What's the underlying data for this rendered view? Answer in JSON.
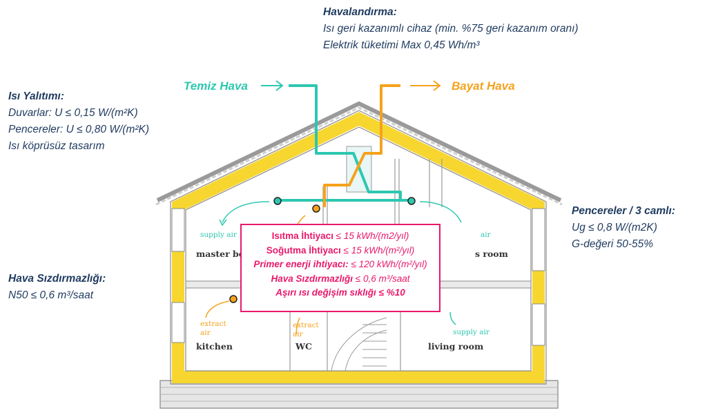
{
  "colors": {
    "heading": "#1f3a5f",
    "fresh": "#2dc7b0",
    "stale": "#f5a21b",
    "accent": "#e8196b",
    "insulation": "#f7d630"
  },
  "ventilation": {
    "title": "Havalandırma:",
    "line1": "Isı geri kazanımlı cihaz (min. %75 geri kazanım oranı)",
    "line2": "Elektrik tüketimi Max 0,45 Wh/m³"
  },
  "insulation": {
    "title": "Isı Yalıtımı:",
    "line1": "Duvarlar: U ≤ 0,15 W/(m²K)",
    "line2": "Pencereler: U ≤ 0,80 W/(m²K)",
    "line3": "Isı köprüsüz tasarım"
  },
  "airtightness": {
    "title": "Hava Sızdırmazlığı:",
    "line1": "N50 ≤ 0,6 m³/saat"
  },
  "windows": {
    "title": "Pencereler / 3 camlı:",
    "line1": "Ug ≤ 0,8 W/(m2K)",
    "line2": "G-değeri 50-55%"
  },
  "flows": {
    "fresh_air": "Temiz Hava",
    "stale_air": "Bayat Hava"
  },
  "rooms": {
    "master": "master be",
    "room": "s room",
    "kitchen": "kitchen",
    "wc": "WC",
    "living": "living room",
    "supply_air_left": "supply air",
    "supply_air_right": "air",
    "extract_air_left_1": "extract",
    "extract_air_left_2": "air",
    "extract_air_wc_1": "extract",
    "extract_air_wc_2": "air",
    "supply_air_living": "supply air"
  },
  "requirements": [
    {
      "label": "Isıtma İhtiyacı",
      "value": " ≤ 15 kWh/(m2/yıl)"
    },
    {
      "label": "Soğutma İhtiyacı",
      "value": " ≤ 15 kWh/(m²/yıl)"
    },
    {
      "label": "Primer enerji ihtiyacı:",
      "value": " ≤ 120 kWh/(m²/yıl)"
    },
    {
      "label": "Hava Sızdırmazlığı",
      "value": " ≤ 0,6 m³/saat"
    },
    {
      "label": "Aşırı ısı değişim sıklığı ≤ %10",
      "value": ""
    }
  ]
}
